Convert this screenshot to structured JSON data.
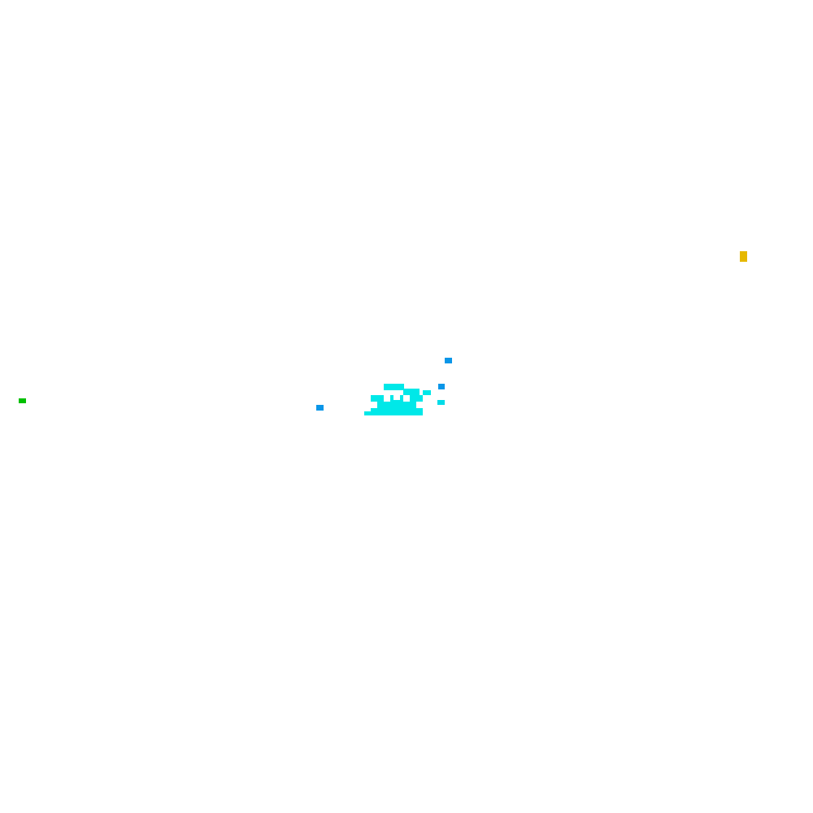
{
  "background": "#ffffff",
  "colors": {
    "cyan_main": "#00e8e8",
    "cyan_light": "#00dce8",
    "blue": "#0a96e8",
    "green": "#00c000",
    "gold": "#e6b800"
  },
  "marks": [
    {
      "name": "cluster-main-blob",
      "color": "cyan_main"
    },
    {
      "name": "cluster-outlier-cyan",
      "color": "cyan_light"
    },
    {
      "name": "blue-point-upper",
      "color": "blue"
    },
    {
      "name": "blue-point-mid",
      "color": "blue"
    },
    {
      "name": "blue-point-left",
      "color": "blue"
    },
    {
      "name": "green-point-left-edge",
      "color": "green"
    },
    {
      "name": "gold-point-right",
      "color": "gold"
    }
  ]
}
